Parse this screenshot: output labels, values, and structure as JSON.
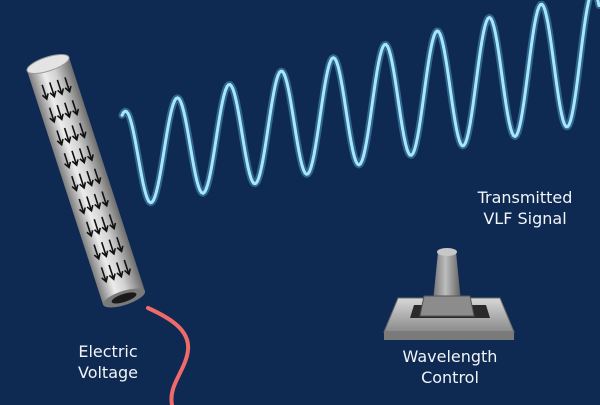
{
  "labels": {
    "voltage": [
      "Electric",
      "Voltage"
    ],
    "signal": [
      "Transmitted",
      "VLF Signal"
    ],
    "control": [
      "Wavelength",
      "Control"
    ]
  },
  "icons": {
    "antenna": "antenna-rod-icon",
    "wave": "sine-wave-icon",
    "wire": "wire-icon",
    "switch": "toggle-switch-icon",
    "arrow": "down-arrow-icon"
  },
  "colors": {
    "background": "#0e2a52",
    "wave": "#6fd3ff",
    "wave_glow": "#a8e6ff",
    "wire": "#f06a6a",
    "antenna": "#c9c9c9",
    "arrow": "#111111",
    "text": "#f2f4f8"
  }
}
